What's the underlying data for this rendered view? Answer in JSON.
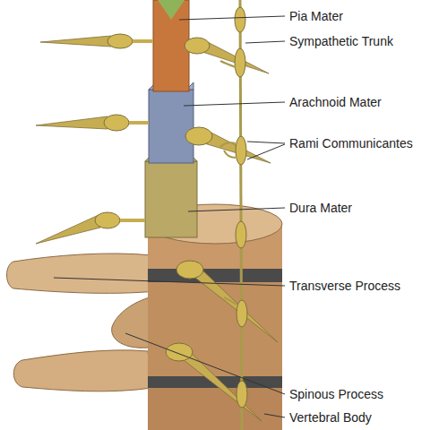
{
  "diagram": {
    "labels": [
      "Pia Mater",
      "Sympathetic Trunk",
      "Arachnoid Mater",
      "Rami Communicantes",
      "Dura Mater",
      "Transverse Process",
      "Spinous Process",
      "Vertebral Body"
    ]
  }
}
